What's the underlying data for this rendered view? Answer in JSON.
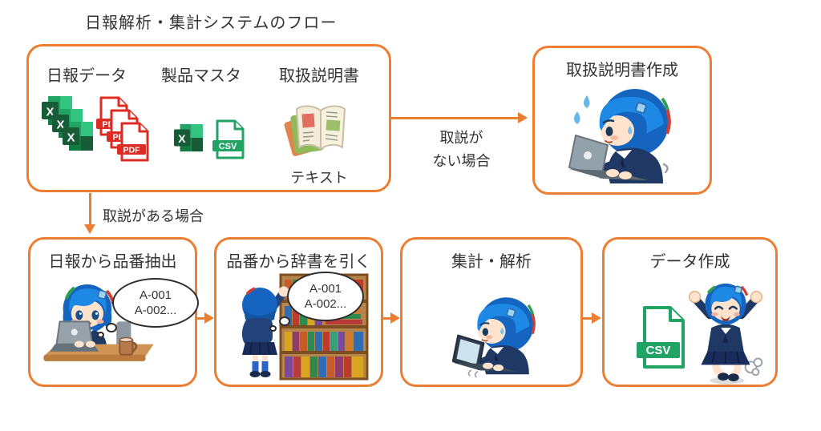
{
  "page_title": "日報解析・集計システムのフロー",
  "colors": {
    "accent": "#ed7d31",
    "excel_green": "#107c41",
    "csv_green": "#21a366",
    "pdf_red": "#dc2c23"
  },
  "input_box": {
    "columns": [
      {
        "label": "日報データ",
        "icons": [
          "excel-file-stack",
          "pdf-file-stack"
        ]
      },
      {
        "label": "製品マスタ",
        "icons": [
          "excel-file",
          "csv-file"
        ]
      },
      {
        "label": "取扱説明書",
        "icons": [
          "open-book"
        ],
        "caption": "テキスト"
      }
    ]
  },
  "manual_box": {
    "title": "取扱説明書作成"
  },
  "edges": {
    "no_manual": {
      "label_lines": [
        "取説が",
        "ない場合"
      ]
    },
    "has_manual": {
      "label": "取説がある場合"
    }
  },
  "steps": [
    {
      "title": "日報から品番抽出",
      "bubble": [
        "A-001",
        "A-002..."
      ]
    },
    {
      "title": "品番から辞書を引く",
      "bubble": [
        "A-001",
        "A-002..."
      ]
    },
    {
      "title": "集計・解析"
    },
    {
      "title": "データ作成"
    }
  ],
  "file_labels": {
    "excel": "X",
    "pdf": "PDF",
    "csv": "CSV"
  }
}
